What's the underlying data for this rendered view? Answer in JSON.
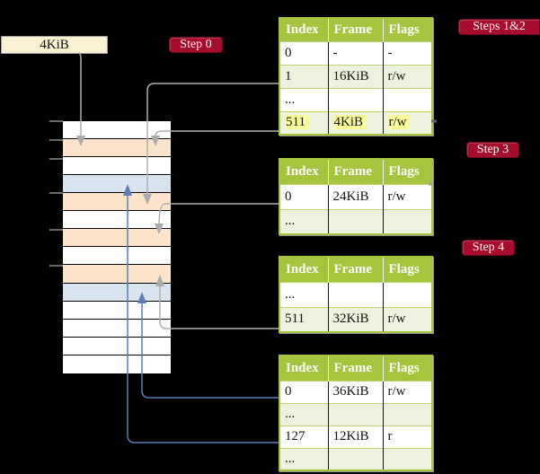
{
  "palette": {
    "background": "#000000",
    "badge_red": "#a60d2c",
    "table_header_green": "#a6c43e",
    "table_row_green": "#edf2dc",
    "highlight_yellow": "#ffff9c",
    "frame_peach": "#fce4cb",
    "frame_blue": "#d9e4f1",
    "page_size_box_cream": "#faf0d2",
    "arrow_gray": "#b0b0b0",
    "arrow_blue": "#5f7cb8"
  },
  "page_size_box": {
    "label": "4KiB"
  },
  "badges": {
    "step0": "Step 0",
    "steps12": "Steps 1&2",
    "step3": "Step 3",
    "step4": "Step 4"
  },
  "tables": {
    "headers": [
      "Index",
      "Frame",
      "Flags"
    ],
    "t1": {
      "rows": [
        {
          "cells": [
            "0",
            "-",
            "-"
          ]
        },
        {
          "cells": [
            "1",
            "16KiB",
            "r/w"
          ]
        },
        {
          "cells": [
            "...",
            "",
            ""
          ]
        },
        {
          "cells": [
            "511",
            "4KiB",
            "r/w"
          ]
        }
      ]
    },
    "t2": {
      "rows": [
        {
          "cells": [
            "0",
            "24KiB",
            "r/w"
          ]
        },
        {
          "cells": [
            "...",
            "",
            ""
          ]
        }
      ]
    },
    "t3": {
      "rows": [
        {
          "cells": [
            "...",
            "",
            ""
          ]
        },
        {
          "cells": [
            "511",
            "32KiB",
            "r/w"
          ]
        }
      ]
    },
    "t4": {
      "rows": [
        {
          "cells": [
            "0",
            "36KiB",
            "r/w"
          ]
        },
        {
          "cells": [
            "...",
            "",
            ""
          ]
        },
        {
          "cells": [
            "127",
            "12KiB",
            "r"
          ]
        },
        {
          "cells": [
            "...",
            "",
            ""
          ]
        }
      ]
    }
  },
  "memory": {
    "rows": [
      "white",
      "peach",
      "white",
      "blue",
      "peach",
      "white",
      "peach",
      "white",
      "peach",
      "blue",
      "white",
      "white",
      "white",
      "white"
    ]
  }
}
